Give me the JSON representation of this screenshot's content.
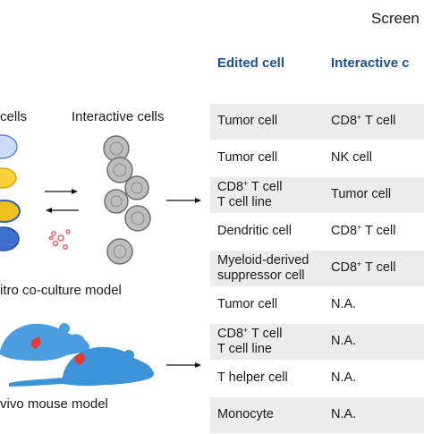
{
  "header": {
    "screen_title": "Screen"
  },
  "left": {
    "edited_cells_title": "cells",
    "interactive_cells_title": "Interactive cells",
    "in_vitro_label": "itro co-culture model",
    "in_vivo_label": "vivo mouse model"
  },
  "table": {
    "col_edited": "Edited cell",
    "col_interactive": "Interactive c",
    "rows": [
      {
        "edited": [
          "Tumor cell"
        ],
        "interactive": {
          "base": "CD8",
          "sup": "+",
          "rest": " T cell"
        }
      },
      {
        "edited": [
          "Tumor cell"
        ],
        "interactive": {
          "base": "NK cell",
          "sup": "",
          "rest": ""
        }
      },
      {
        "edited": [
          "CD8+ T cell",
          "T cell line"
        ],
        "interactive": {
          "base": "Tumor cell",
          "sup": "",
          "rest": ""
        }
      },
      {
        "edited": [
          "Dendritic cell"
        ],
        "interactive": {
          "base": "CD8",
          "sup": "+",
          "rest": " T cell"
        }
      },
      {
        "edited": [
          "Myeloid-derived",
          "suppressor cell"
        ],
        "interactive": {
          "base": "CD8",
          "sup": "+",
          "rest": " T cell"
        }
      },
      {
        "edited": [
          "Tumor cell"
        ],
        "interactive": {
          "base": "N.A.",
          "sup": "",
          "rest": ""
        }
      },
      {
        "edited": [
          "CD8+ T cell",
          "T cell line"
        ],
        "interactive": {
          "base": "N.A.",
          "sup": "",
          "rest": ""
        }
      },
      {
        "edited": [
          "T helper cell"
        ],
        "interactive": {
          "base": "N.A.",
          "sup": "",
          "rest": ""
        }
      },
      {
        "edited": [
          "Monocyte"
        ],
        "interactive": {
          "base": "N.A.",
          "sup": "",
          "rest": ""
        }
      }
    ]
  },
  "colors": {
    "header_blue": "#1f4e8c",
    "row_shade": "#ececec",
    "edited_cell_blue": "#3f6fd0",
    "edited_cell_yellow": "#f0c020",
    "interactive_cell_gray": "#9a9a9a",
    "mouse_blue": "#4a9ee0",
    "mouse_mark_red": "#e23a3a",
    "vesicle_red": "#e05050"
  }
}
